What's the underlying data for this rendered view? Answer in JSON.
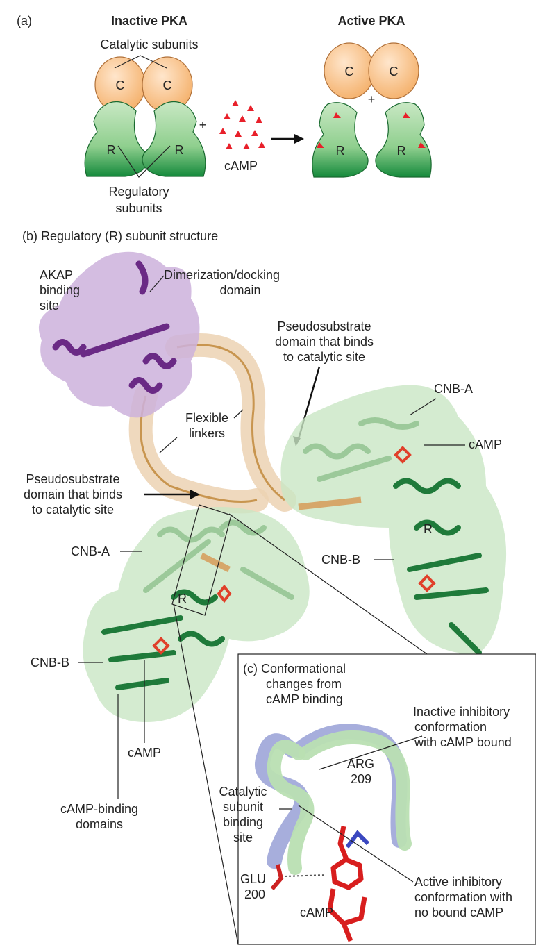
{
  "panel_a": {
    "tag": "(a)",
    "inactive_title": "Inactive PKA",
    "active_title": "Active PKA",
    "catalytic_label": "Catalytic subunits",
    "regulatory_label_1": "Regulatory",
    "regulatory_label_2": "subunits",
    "c_letter": "C",
    "r_letter": "R",
    "plus": "+",
    "camp": "cAMP"
  },
  "panel_b": {
    "title": "(b) Regulatory (R) subunit structure",
    "akap_1": "AKAP",
    "akap_2": "binding",
    "akap_3": "site",
    "dimer_1": "Dimerization/docking",
    "dimer_2": "domain",
    "pseudo_top_1": "Pseudosubstrate",
    "pseudo_top_2": "domain that binds",
    "pseudo_top_3": "to catalytic site",
    "flex_1": "Flexible",
    "flex_2": "linkers",
    "pseudo_left_1": "Pseudosubstrate",
    "pseudo_left_2": "domain that binds",
    "pseudo_left_3": "to catalytic site",
    "cnba_right": "CNB-A",
    "camp_right": "cAMP",
    "r_right": "R",
    "cnbb_right": "CNB-B",
    "cnba_left": "CNB-A",
    "r_left": "R",
    "cnbb_left": "CNB-B",
    "camp_left": "cAMP",
    "binding_1": "cAMP-binding",
    "binding_2": "domains"
  },
  "panel_c": {
    "title_1": "(c) Conformational",
    "title_2": "changes from",
    "title_3": "cAMP binding",
    "inactive_1": "Inactive inhibitory",
    "inactive_2": "conformation",
    "inactive_3": "with cAMP bound",
    "arg_1": "ARG",
    "arg_2": "209",
    "cat_1": "Catalytic",
    "cat_2": "subunit",
    "cat_3": "binding",
    "cat_4": "site",
    "glu_1": "GLU",
    "glu_2": "200",
    "camp": "cAMP",
    "active_1": "Active inhibitory",
    "active_2": "conformation with",
    "active_3": "no bound cAMP"
  },
  "colors": {
    "catalytic": "#f6c28e",
    "regulatory_light": "#a9d7a6",
    "regulatory_dark": "#1e8a3e",
    "camp": "#e8202a",
    "akap": "#7b3a93",
    "linker": "#e9c9a6"
  }
}
